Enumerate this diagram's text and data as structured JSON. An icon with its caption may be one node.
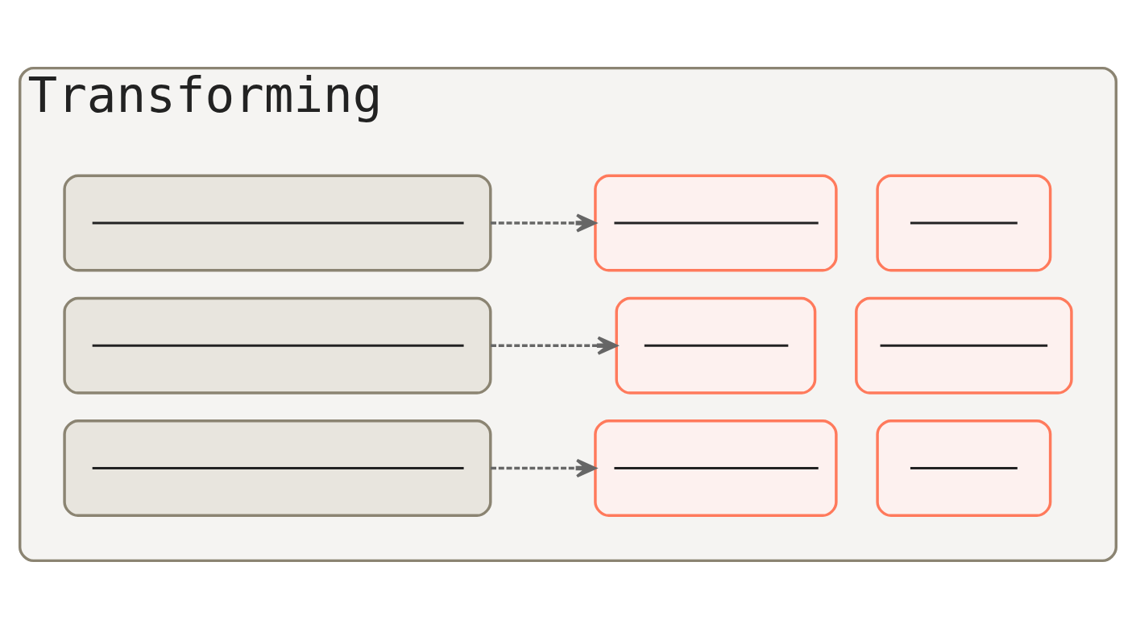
{
  "diagram": {
    "nodes": [
      {
        "text": [
          "Transforming"
        ]
      },
      {
        "text": [],
        "shape": "box",
        "in": 0
      },
      {
        "text": [],
        "shape": "box",
        "in": 0
      },
      {
        "text": [],
        "shape": "box",
        "in": 0
      },
      {
        "text": [],
        "shape": "box",
        "in": 0
      },
      {
        "text": [],
        "shape": "box",
        "in": 0
      },
      {
        "text": [],
        "shape": "box",
        "in": 0
      },
      {
        "text": [],
        "shape": "box",
        "in": 0
      },
      {
        "text": [],
        "shape": "box",
        "in": 0
      },
      {
        "text": [],
        "shape": "box",
        "in": 0
      }
    ],
    "edges": [
      {
        "from": 1,
        "to": 2,
        "arrow": "to",
        "style": "dashed"
      },
      {
        "from": 4,
        "to": 5,
        "arrow": "to",
        "style": "dashed"
      },
      {
        "from": 7,
        "to": 8,
        "arrow": "to",
        "style": "dashed"
      }
    ]
  }
}
